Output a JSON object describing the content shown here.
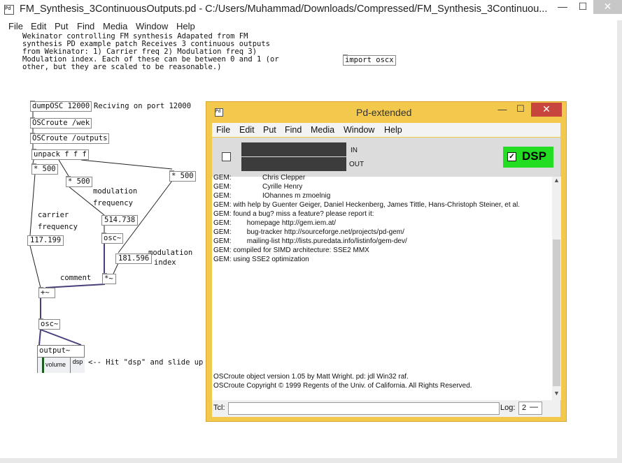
{
  "window": {
    "title": "FM_Synthesis_3ContinuousOutputs.pd  - C:/Users/Muhammad/Downloads/Compressed/FM_Synthesis_3Continuou...",
    "minimize": "—",
    "maximize": "☐",
    "close": "✕"
  },
  "menu": [
    "File",
    "Edit",
    "Put",
    "Find",
    "Media",
    "Window",
    "Help"
  ],
  "patch": {
    "description": [
      "Wekinator controlling FM synthesis Adapated from FM",
      "synthesis PD example patch Receives 3 continuous outputs",
      "from Wekinator: 1) Carrier freq 2) Modulation freq 3)",
      "Modulation index. Each of these can be between 0 and 1 (or",
      "other, but they are scaled to be reasonable.)"
    ],
    "import": "import oscx",
    "dumposc": "dumpOSC 12000",
    "receiving": "Reciving on port 12000",
    "oscroute_wek": "OSCroute /wek",
    "oscroute_outputs": "OSCroute /outputs",
    "unpack": "unpack f f f",
    "mult1": "* 500",
    "mult2": "* 500",
    "mult3": "* 500",
    "modulation": "modulation",
    "frequency1": "frequency",
    "carrier": "carrier",
    "frequency2": "frequency",
    "num_mod": "514.738",
    "osc1": "osc~",
    "num_carrier": "117.199",
    "mod_index1": "modulation",
    "mod_index2": "index",
    "num_index": "181.596",
    "comment": "comment",
    "multsig": "*~",
    "plussig": "+~",
    "osc2": "osc~",
    "output": "output~",
    "volume": "volume",
    "dsp_btn": "dsp",
    "hint": "<-- Hit \"dsp\" and slide up v"
  },
  "pd": {
    "title": "Pd-extended",
    "menu": [
      "File",
      "Edit",
      "Put",
      "Find",
      "Media",
      "Window",
      "Help"
    ],
    "in_label": "IN",
    "out_label": "OUT",
    "dsp_label": "DSP",
    "dsp_checked": true,
    "colors": {
      "dsp_bg": "#22dd22",
      "window_border": "#f2c94c",
      "meter": "#3c3c3c"
    },
    "console": [
      "GEM:                Chris Clepper",
      "GEM:                Cyrille Henry",
      "GEM:                IOhannes m zmoelnig",
      "GEM: with help by Guenter Geiger, Daniel Heckenberg, James Tittle, Hans-Christoph Steiner, et al.",
      "GEM: found a bug? miss a feature? please report it:",
      "GEM:        homepage http://gem.iem.at/",
      "GEM:        bug-tracker http://sourceforge.net/projects/pd-gem/",
      "GEM:        mailing-list http://lists.puredata.info/listinfo/gem-dev/",
      "GEM: compiled for SIMD architecture: SSE2 MMX",
      "GEM: using SSE2 optimization"
    ],
    "console_bottom": [
      "OSCroute object version 1.05 by Matt Wright. pd: jdl Win32 raf.",
      "OSCroute Copyright © 1999 Regents of the Univ. of California. All Rights Reserved."
    ],
    "tcl_label": "Tcl:",
    "tcl_value": "",
    "log_label": "Log:",
    "log_value": "2"
  }
}
